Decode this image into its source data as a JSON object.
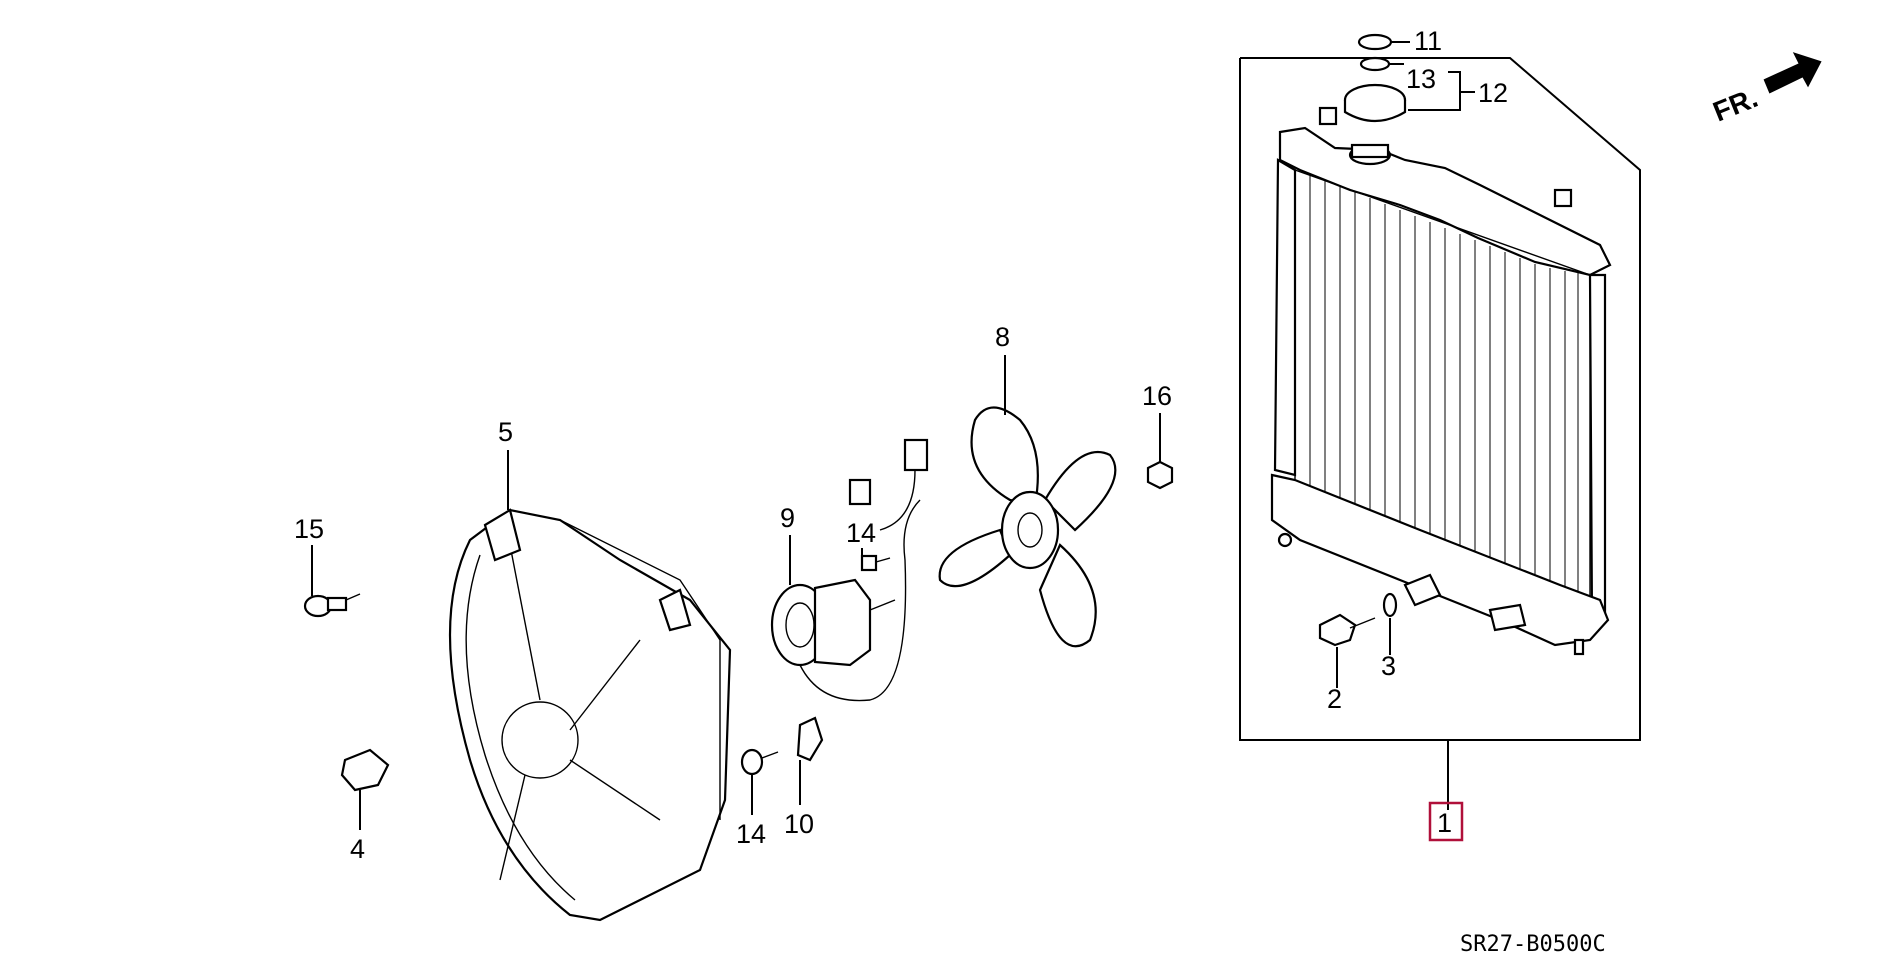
{
  "diagram": {
    "diagram_code": "SR27-B0500C",
    "direction_label": "FR.",
    "callouts": [
      {
        "id": "c1",
        "label": "1",
        "highlighted": true
      },
      {
        "id": "c2",
        "label": "2"
      },
      {
        "id": "c3",
        "label": "3"
      },
      {
        "id": "c4",
        "label": "4"
      },
      {
        "id": "c5",
        "label": "5"
      },
      {
        "id": "c8",
        "label": "8"
      },
      {
        "id": "c9",
        "label": "9"
      },
      {
        "id": "c10",
        "label": "10"
      },
      {
        "id": "c11",
        "label": "11"
      },
      {
        "id": "c12",
        "label": "12"
      },
      {
        "id": "c13",
        "label": "13"
      },
      {
        "id": "c14a",
        "label": "14"
      },
      {
        "id": "c14b",
        "label": "14"
      },
      {
        "id": "c15",
        "label": "15"
      },
      {
        "id": "c16",
        "label": "16"
      }
    ],
    "highlight_color": "#b0103a"
  }
}
